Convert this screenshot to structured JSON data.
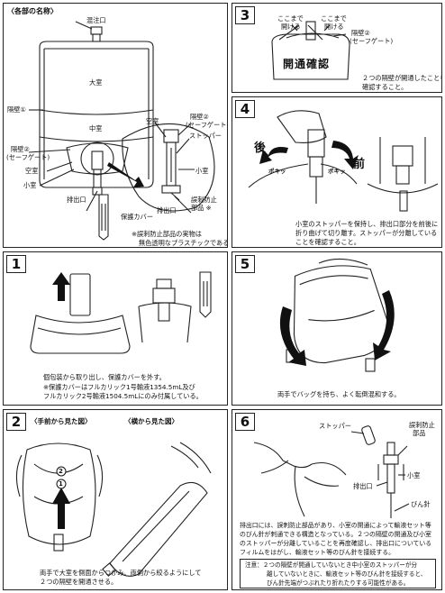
{
  "parts": {
    "title": "〈各部の名称〉",
    "injection_port": "混注口",
    "large_chamber": "大室",
    "partition1": "隔壁①",
    "middle_chamber": "中室",
    "partition2_l1": "隔壁②",
    "partition2_l2": "(セーフゲート)",
    "empty_chamber": "空室",
    "small_chamber": "小室",
    "outlet": "排出口",
    "protect_cover": "保護カバー",
    "z_empty_chamber": "空室",
    "z_partition2_l1": "隔壁②",
    "z_partition2_l2": "(セーフゲート)",
    "z_stopper": "ストッパー",
    "z_small_chamber": "小室",
    "z_outlet": "排出口",
    "z_prevention_l1": "誤刺防止",
    "z_prevention_l2": "部品 ※",
    "footnote_l1": "※誤刺防止部品の実物は",
    "footnote_l2": "無色透明なプラスチックである。"
  },
  "step1": {
    "number": "1",
    "text_l1": "個包装から取り出し、保護カバーを外す。",
    "text_l2": "※保護カバーはフルカリック1号輸液1354.5mL及び",
    "text_l3": "フルカリック2号輸液1504.5mLにのみ付属している。"
  },
  "step2": {
    "number": "2",
    "front_label": "〈手前から見た図〉",
    "side_label": "〈横から見た図〉",
    "marker1": "1",
    "marker2": "2",
    "text_l1": "両手で大室を側面からつかみ、両側から絞るようにして",
    "text_l2": "２つの隔壁を開通させる。"
  },
  "step3": {
    "number": "3",
    "open_here_left_l1": "ここまで",
    "open_here_left_l2": "開ける",
    "open_here_right_l1": "ここまで",
    "open_here_right_l2": "開ける",
    "partition2_l1": "隔壁②",
    "partition2_l2": "(セーフゲート)",
    "stamp": "開通確認",
    "text_l1": "２つの隔壁が開通したことを",
    "text_l2": "確認すること。"
  },
  "step4": {
    "number": "4",
    "back": "後",
    "front": "前",
    "sound_left": "ポキッ",
    "sound_right": "ポキッ",
    "text_l1": "小室のストッパーを保持し、排出口部分を前後に",
    "text_l2": "折り曲げて切り離す。ストッパーが分離している",
    "text_l3": "ことを確認すること。"
  },
  "step5": {
    "number": "5",
    "text": "両手でバッグを持ち、よく転倒混和する。"
  },
  "step6": {
    "number": "6",
    "stopper": "ストッパー",
    "prevention_l1": "誤刺防止",
    "prevention_l2": "部品",
    "small_chamber": "小室",
    "outlet": "排出口",
    "needle": "びん針",
    "text_l1": "排出口には、誤刺防止部品があり、小室の開通によって輸液セット等",
    "text_l2": "のびん針が刺通できる構造となっている。２つの隔壁の開通及び小室",
    "text_l3": "のストッパーが分離していることを再度確認し、排出口についている",
    "text_l4": "フィルムをはがし、輸液セット等のびん針を接続する。",
    "caution_l1": "注意：２つの隔壁が開通していないとき中小室のストッパーが分",
    "caution_l2": "離していないときに、輸液セット等のびん針を接続すると、",
    "caution_l3": "びん針先端がつぶれたり折れたりする可能性がある。"
  }
}
